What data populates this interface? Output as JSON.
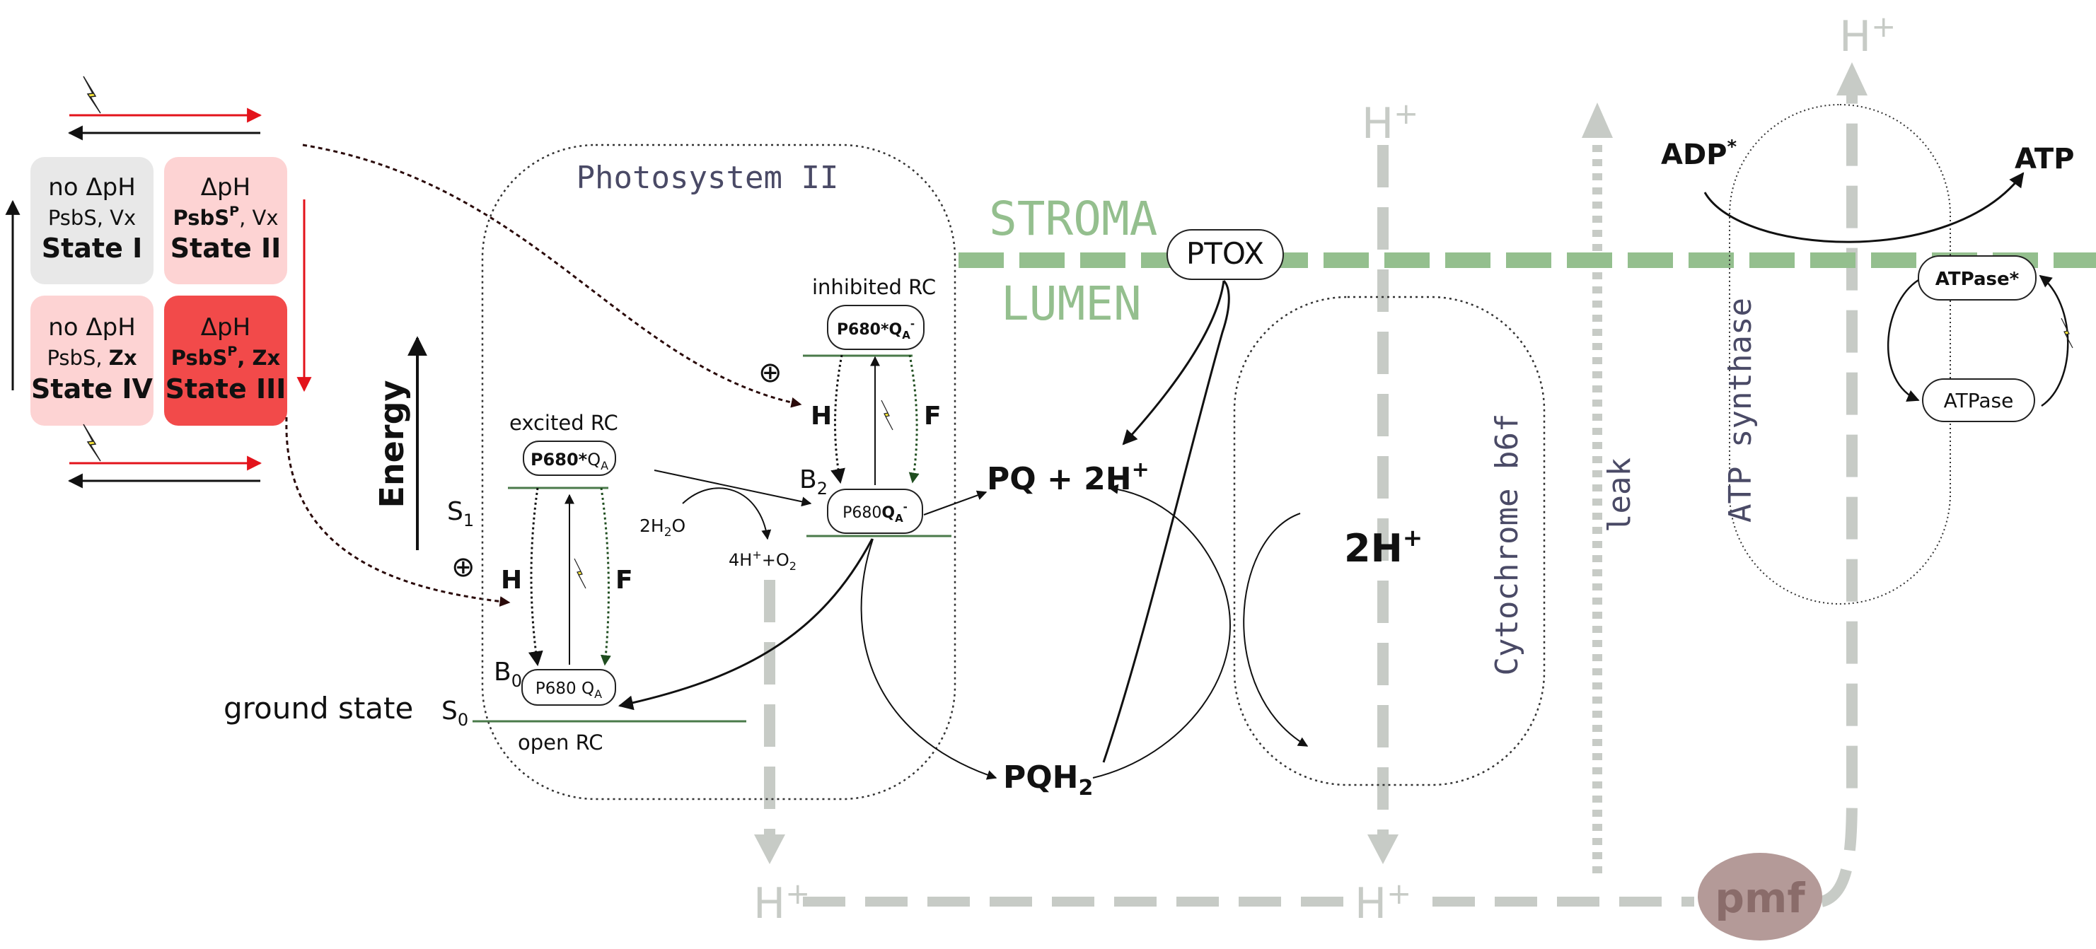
{
  "states": {
    "s1": {
      "line1": "no ΔpH",
      "line2": "PsbS, Vx",
      "line3": "State I"
    },
    "s2": {
      "line1": "ΔpH",
      "line2a": "PsbS",
      "line2sup": "P",
      "line2b": ", Vx",
      "line3": "State II"
    },
    "s4": {
      "line1": "no ΔpH",
      "line2a": "PsbS, ",
      "line2b": "Zx",
      "line3": "State IV"
    },
    "s3": {
      "line1": "ΔpH",
      "line2a": "PsbS",
      "line2sup": "P",
      "line2b": ", Zx",
      "line3": "State III"
    }
  },
  "energy": {
    "axis_label": "Energy",
    "s1_label": "S",
    "s1_sub": "1",
    "s0_label": "S",
    "s0_sub": "0",
    "ground_state": "ground state"
  },
  "psii": {
    "title": "Photosystem II",
    "excited_rc": "excited RC",
    "inhibited_rc": "inhibited RC",
    "open_rc": "open RC",
    "box_excited": {
      "a": "P680*",
      "b": "Q",
      "sub": "A"
    },
    "box_ground": {
      "a": "P680 ",
      "b": "Q",
      "sub": "A"
    },
    "box_inhib_top": {
      "a": "P680*",
      "b": "Q",
      "sub": "A",
      "sup": "-"
    },
    "box_inhib_low": {
      "a": "P680",
      "b": "Q",
      "sub": "A",
      "sup": "-"
    },
    "b0": {
      "t": "B",
      "sub": "0"
    },
    "b2": {
      "t": "B",
      "sub": "2"
    },
    "h_label": "H",
    "f_label": "F",
    "plus_symbol": "⊕",
    "water": {
      "a": "2H",
      "sub": "2",
      "b": "O"
    },
    "oxygen": {
      "a": "4H",
      "sup": "+",
      "b": "+O",
      "sub": "2"
    }
  },
  "membrane": {
    "stroma": "STROMA",
    "lumen": "LUMEN"
  },
  "ptox": "PTOX",
  "pq": {
    "text": "PQ + 2H",
    "sup": "+"
  },
  "pqh2": {
    "text": "PQH",
    "sub": "2"
  },
  "cytb6f": {
    "title": "Cytochrome b6f",
    "protons": "2H",
    "sup": "+"
  },
  "leak": "leak",
  "atp_synthase": {
    "title": "ATP synthase",
    "adp": "ADP",
    "adp_sup": "*",
    "atp": "ATP",
    "atpase_star": "ATPase*",
    "atpase": "ATPase"
  },
  "proton": {
    "h": "H",
    "sup": "+"
  },
  "pmf": "pmf",
  "colors": {
    "state1_fill": "#e8e8e8",
    "state_light_red": "#fdd3d3",
    "state3_fill": "#f24a4a",
    "red_arrow": "#e3131b",
    "thylakoid_green": "#94bf8e",
    "gray_flow": "#c7cbc6",
    "pmf_fill": "#b49a98",
    "dark_green_tip": "#1f4d1f",
    "lightning": "#f6e43a"
  }
}
